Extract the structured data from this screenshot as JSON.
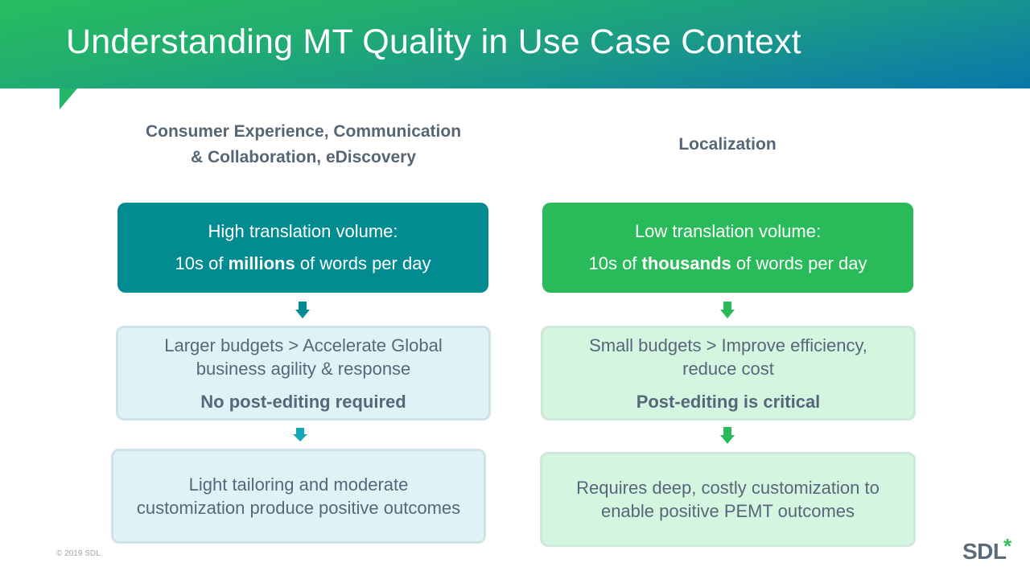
{
  "slide": {
    "title": "Understanding MT Quality in Use Case Context",
    "colors": {
      "header_gradient_start": "#27bd5f",
      "header_gradient_end": "#0a77a8",
      "teal": "#028b91",
      "green": "#29bb5a",
      "light_blue": "#e0f2f5",
      "light_green": "#d4f6e0",
      "text": "#56677a"
    }
  },
  "columns": [
    {
      "heading_line1": "Consumer Experience, Communication",
      "heading_line2": "& Collaboration, eDiscovery",
      "top_box": {
        "line1": "High translation volume:",
        "line2_pre": "10s of ",
        "line2_bold": "millions",
        "line2_post": " of words per day"
      },
      "mid_box": {
        "line1": "Larger budgets  > Accelerate Global",
        "line2": "business agility & response",
        "bold": "No post-editing required"
      },
      "bottom_box": {
        "line1": "Light tailoring and moderate",
        "line2": "customization produce positive outcomes"
      }
    },
    {
      "heading_line1": "Localization",
      "heading_line2": "",
      "top_box": {
        "line1": "Low translation volume:",
        "line2_pre": "10s of ",
        "line2_bold": "thousands",
        "line2_post": " of words per day"
      },
      "mid_box": {
        "line1": "Small budgets > Improve efficiency,",
        "line2": "reduce cost",
        "bold": "Post-editing is critical"
      },
      "bottom_box": {
        "line1": "Requires deep, costly customization to",
        "line2": "enable positive PEMT outcomes"
      }
    }
  ],
  "footer": {
    "copyright": "© 2019 SDL",
    "logo_text": "SDL",
    "logo_star": "*"
  }
}
